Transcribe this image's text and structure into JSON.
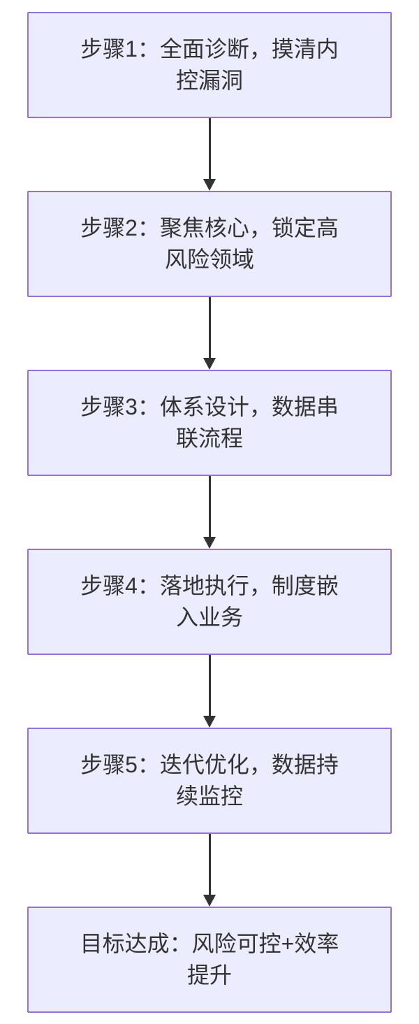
{
  "diagram": {
    "type": "flowchart",
    "direction": "top-down",
    "steps": [
      {
        "id": "step1",
        "label": "步骤1：全面诊断，摸清内控漏洞"
      },
      {
        "id": "step2",
        "label": "步骤2：聚焦核心，锁定高风险领域"
      },
      {
        "id": "step3",
        "label": "步骤3：体系设计，数据串联流程"
      },
      {
        "id": "step4",
        "label": "步骤4：落地执行，制度嵌入业务"
      },
      {
        "id": "step5",
        "label": "步骤5：迭代优化，数据持续监控"
      },
      {
        "id": "goal",
        "label": "目标达成：风险可控+效率提升"
      }
    ],
    "connections": [
      [
        "step1",
        "step2"
      ],
      [
        "step2",
        "step3"
      ],
      [
        "step3",
        "step4"
      ],
      [
        "step4",
        "step5"
      ],
      [
        "step5",
        "goal"
      ]
    ]
  },
  "colors": {
    "node_fill": "#ECECFF",
    "node_border": "#9370DB",
    "arrow": "#333333",
    "text": "#333333",
    "background": "#FFFFFF"
  }
}
